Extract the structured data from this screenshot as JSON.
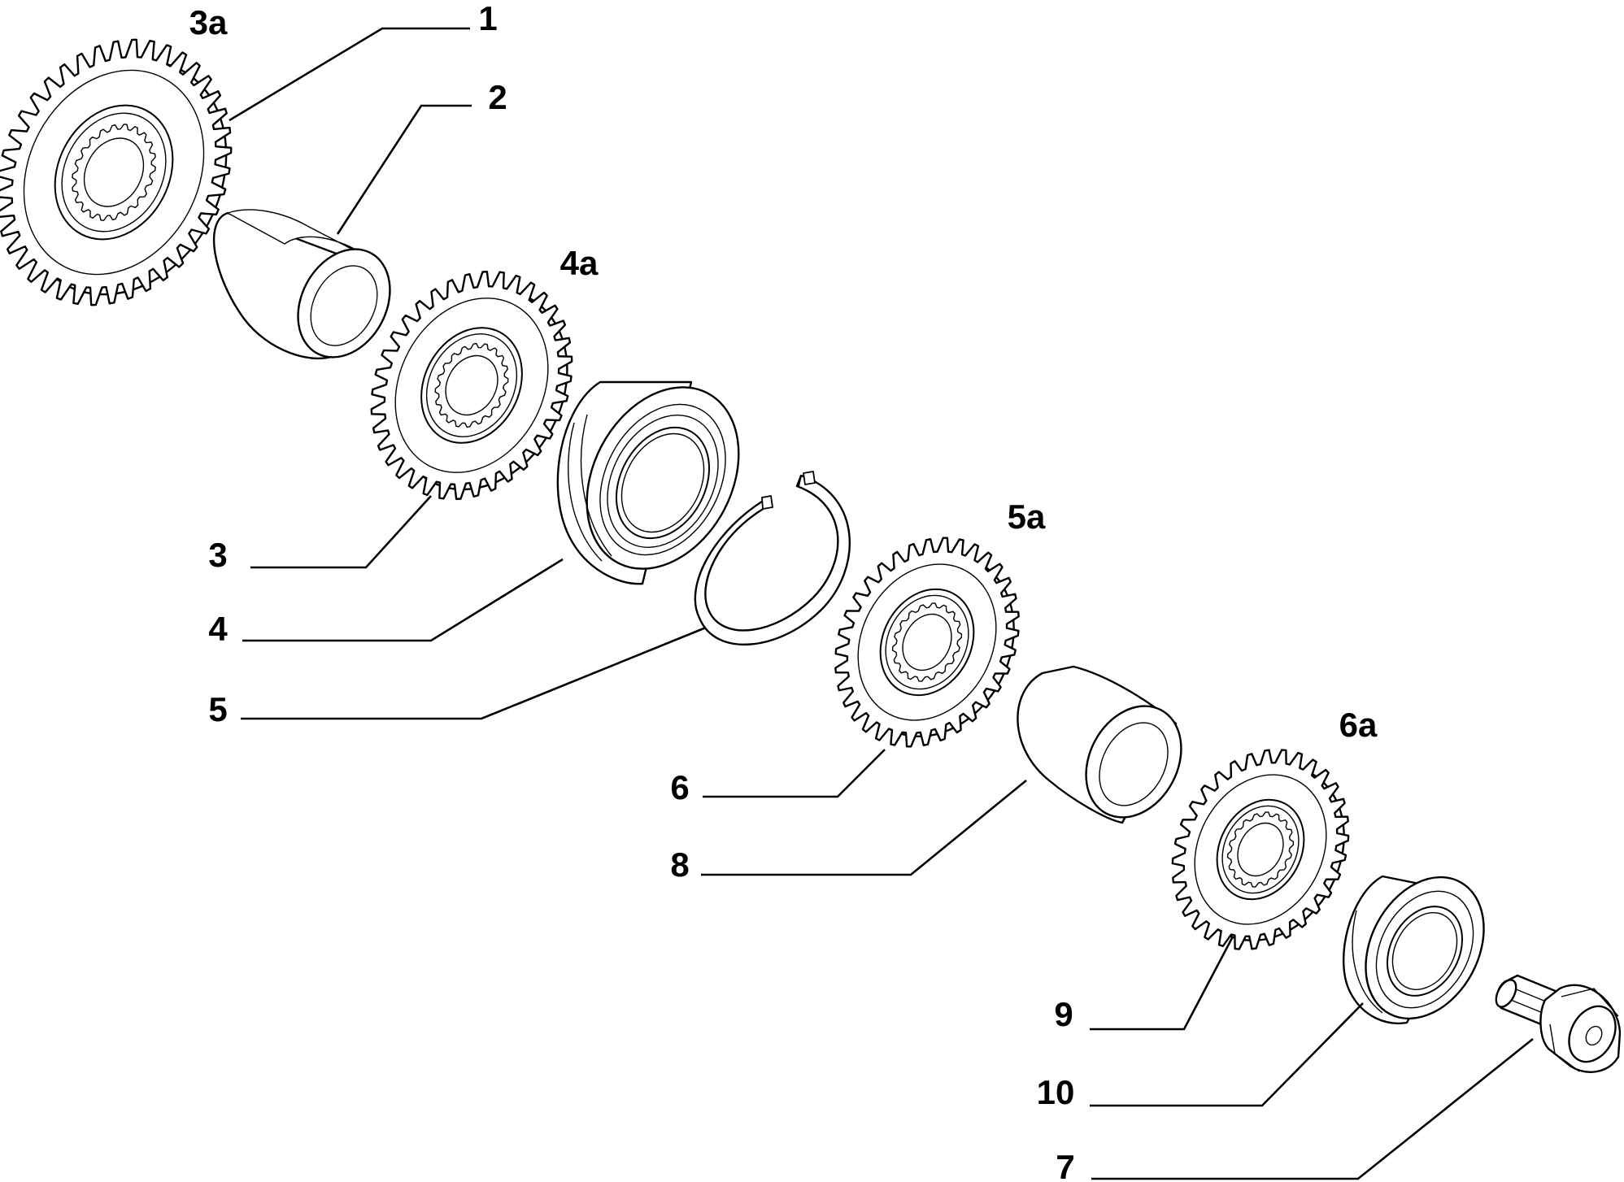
{
  "parts": [
    {
      "id": "1"
    },
    {
      "id": "2"
    },
    {
      "id": "3a"
    },
    {
      "id": "4a"
    },
    {
      "id": "3"
    },
    {
      "id": "4"
    },
    {
      "id": "5"
    },
    {
      "id": "5a"
    },
    {
      "id": "6"
    },
    {
      "id": "8"
    },
    {
      "id": "6a"
    },
    {
      "id": "9"
    },
    {
      "id": "10"
    },
    {
      "id": "7"
    }
  ]
}
